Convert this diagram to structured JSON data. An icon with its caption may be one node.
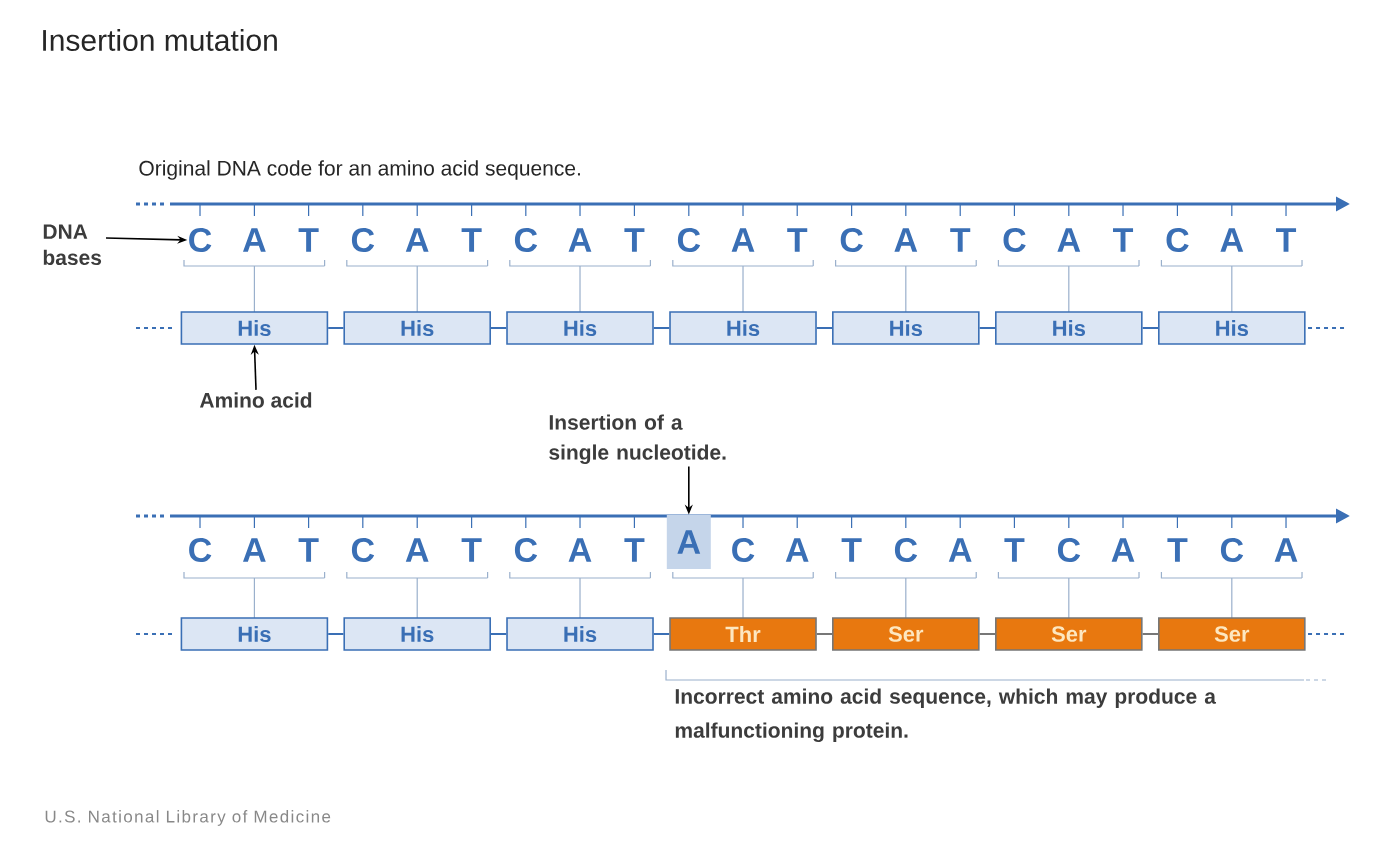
{
  "diagram": {
    "title": "Insertion mutation",
    "nodes": [
      {
        "text": [
          "DNA bases"
        ]
      },
      {
        "text": [
          "His"
        ]
      },
      {
        "text": [
          "His"
        ]
      },
      {
        "text": [
          "His"
        ]
      },
      {
        "text": [
          "His"
        ]
      },
      {
        "text": [
          "His"
        ]
      },
      {
        "text": [
          "His"
        ]
      },
      {
        "text": [
          "His"
        ]
      },
      {
        "text": [
          "Amino acid"
        ]
      },
      {
        "text": [
          "Insertion of a single nucleotide."
        ]
      },
      {
        "text": [
          "A"
        ]
      },
      {
        "text": [
          "His"
        ]
      },
      {
        "text": [
          "His"
        ]
      },
      {
        "text": [
          "His"
        ]
      },
      {
        "text": [
          "Thr"
        ]
      },
      {
        "text": [
          "Ser"
        ]
      },
      {
        "text": [
          "Ser"
        ]
      },
      {
        "text": [
          "Ser"
        ]
      },
      {
        "text": [
          "C"
        ]
      }
    ],
    "edges": [
      {
        "from": 0,
        "to": 18,
        "arrow": "to",
        "color": "#000000"
      },
      {
        "from": 8,
        "to": 1,
        "arrow": "to",
        "color": "#000000"
      },
      {
        "from": 9,
        "to": 10,
        "arrow": "to",
        "color": "#000000"
      },
      {
        "from": 1,
        "to": 2,
        "arrow": "none"
      },
      {
        "from": 2,
        "to": 3,
        "arrow": "none"
      },
      {
        "from": 3,
        "to": 4,
        "arrow": "none"
      },
      {
        "from": 4,
        "to": 5,
        "arrow": "none"
      },
      {
        "from": 5,
        "to": 6,
        "arrow": "none"
      },
      {
        "from": 6,
        "to": 7,
        "arrow": "none"
      },
      {
        "from": 11,
        "to": 12,
        "arrow": "none"
      },
      {
        "from": 12,
        "to": 13,
        "arrow": "none"
      },
      {
        "from": 13,
        "to": 14,
        "arrow": "none"
      },
      {
        "from": 14,
        "to": 15,
        "arrow": "none"
      },
      {
        "from": 15,
        "to": 16,
        "arrow": "none"
      },
      {
        "from": 16,
        "to": 17,
        "arrow": "none"
      }
    ],
    "labels": [
      "Original DNA code for an amino acid sequence.",
      "A",
      "T",
      "C",
      "A",
      "T",
      "C",
      "A",
      "T",
      "C",
      "A",
      "T",
      "C",
      "A",
      "T",
      "C",
      "A",
      "T",
      "C",
      "A",
      "T",
      "C",
      "A",
      "T",
      "C",
      "A",
      "T",
      "C",
      "A",
      "T",
      "C",
      "A",
      "T",
      "C",
      "A",
      "T",
      "C",
      "A",
      "T",
      "C",
      "A",
      "Incorrect amino acid sequence, which may produce a malfunctioning protein.",
      "U.S. National Library of Medicine"
    ]
  }
}
